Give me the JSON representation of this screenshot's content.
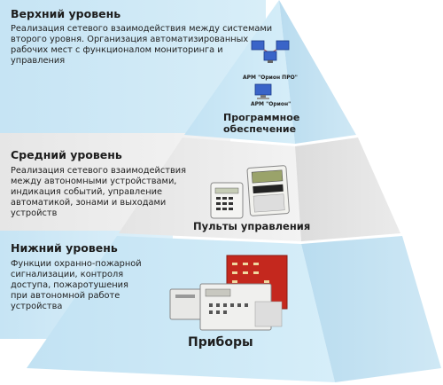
{
  "levels": [
    {
      "title": "Верхний уровень",
      "lines": [
        "Реализация сетевого взаимодействия между системами",
        "второго уровня. Организация автоматизированных",
        "рабочих мест с функционалом мониторинга и",
        "управления"
      ],
      "tier_label": [
        "Программное",
        "обеспечение"
      ],
      "arm_labels": [
        "АРМ \"Орион ПРО\"",
        "АРМ \"Орион\""
      ]
    },
    {
      "title": "Средний уровень",
      "lines": [
        "Реализация сетевого взаимодействия",
        "между автономными устройствами,",
        "индикация событий, управление",
        "автоматикой, зонами и выходами",
        "устройств"
      ],
      "tier_label": [
        "Пульты управления"
      ]
    },
    {
      "title": "Нижний уровень",
      "lines": [
        "Функции охранно-пожарной",
        "сигнализации, контроля",
        "доступа, пожаротушения",
        "при автономной работе",
        "устройства"
      ],
      "tier_label": [
        "Приборы"
      ]
    }
  ],
  "colors": {
    "band_blue": "#c6e4f4",
    "band_gray": "#e6e6e6",
    "pyramid_blue": "#cfe9f6",
    "pyramid_gray": "#ececec",
    "device_red": "#c4281e"
  }
}
